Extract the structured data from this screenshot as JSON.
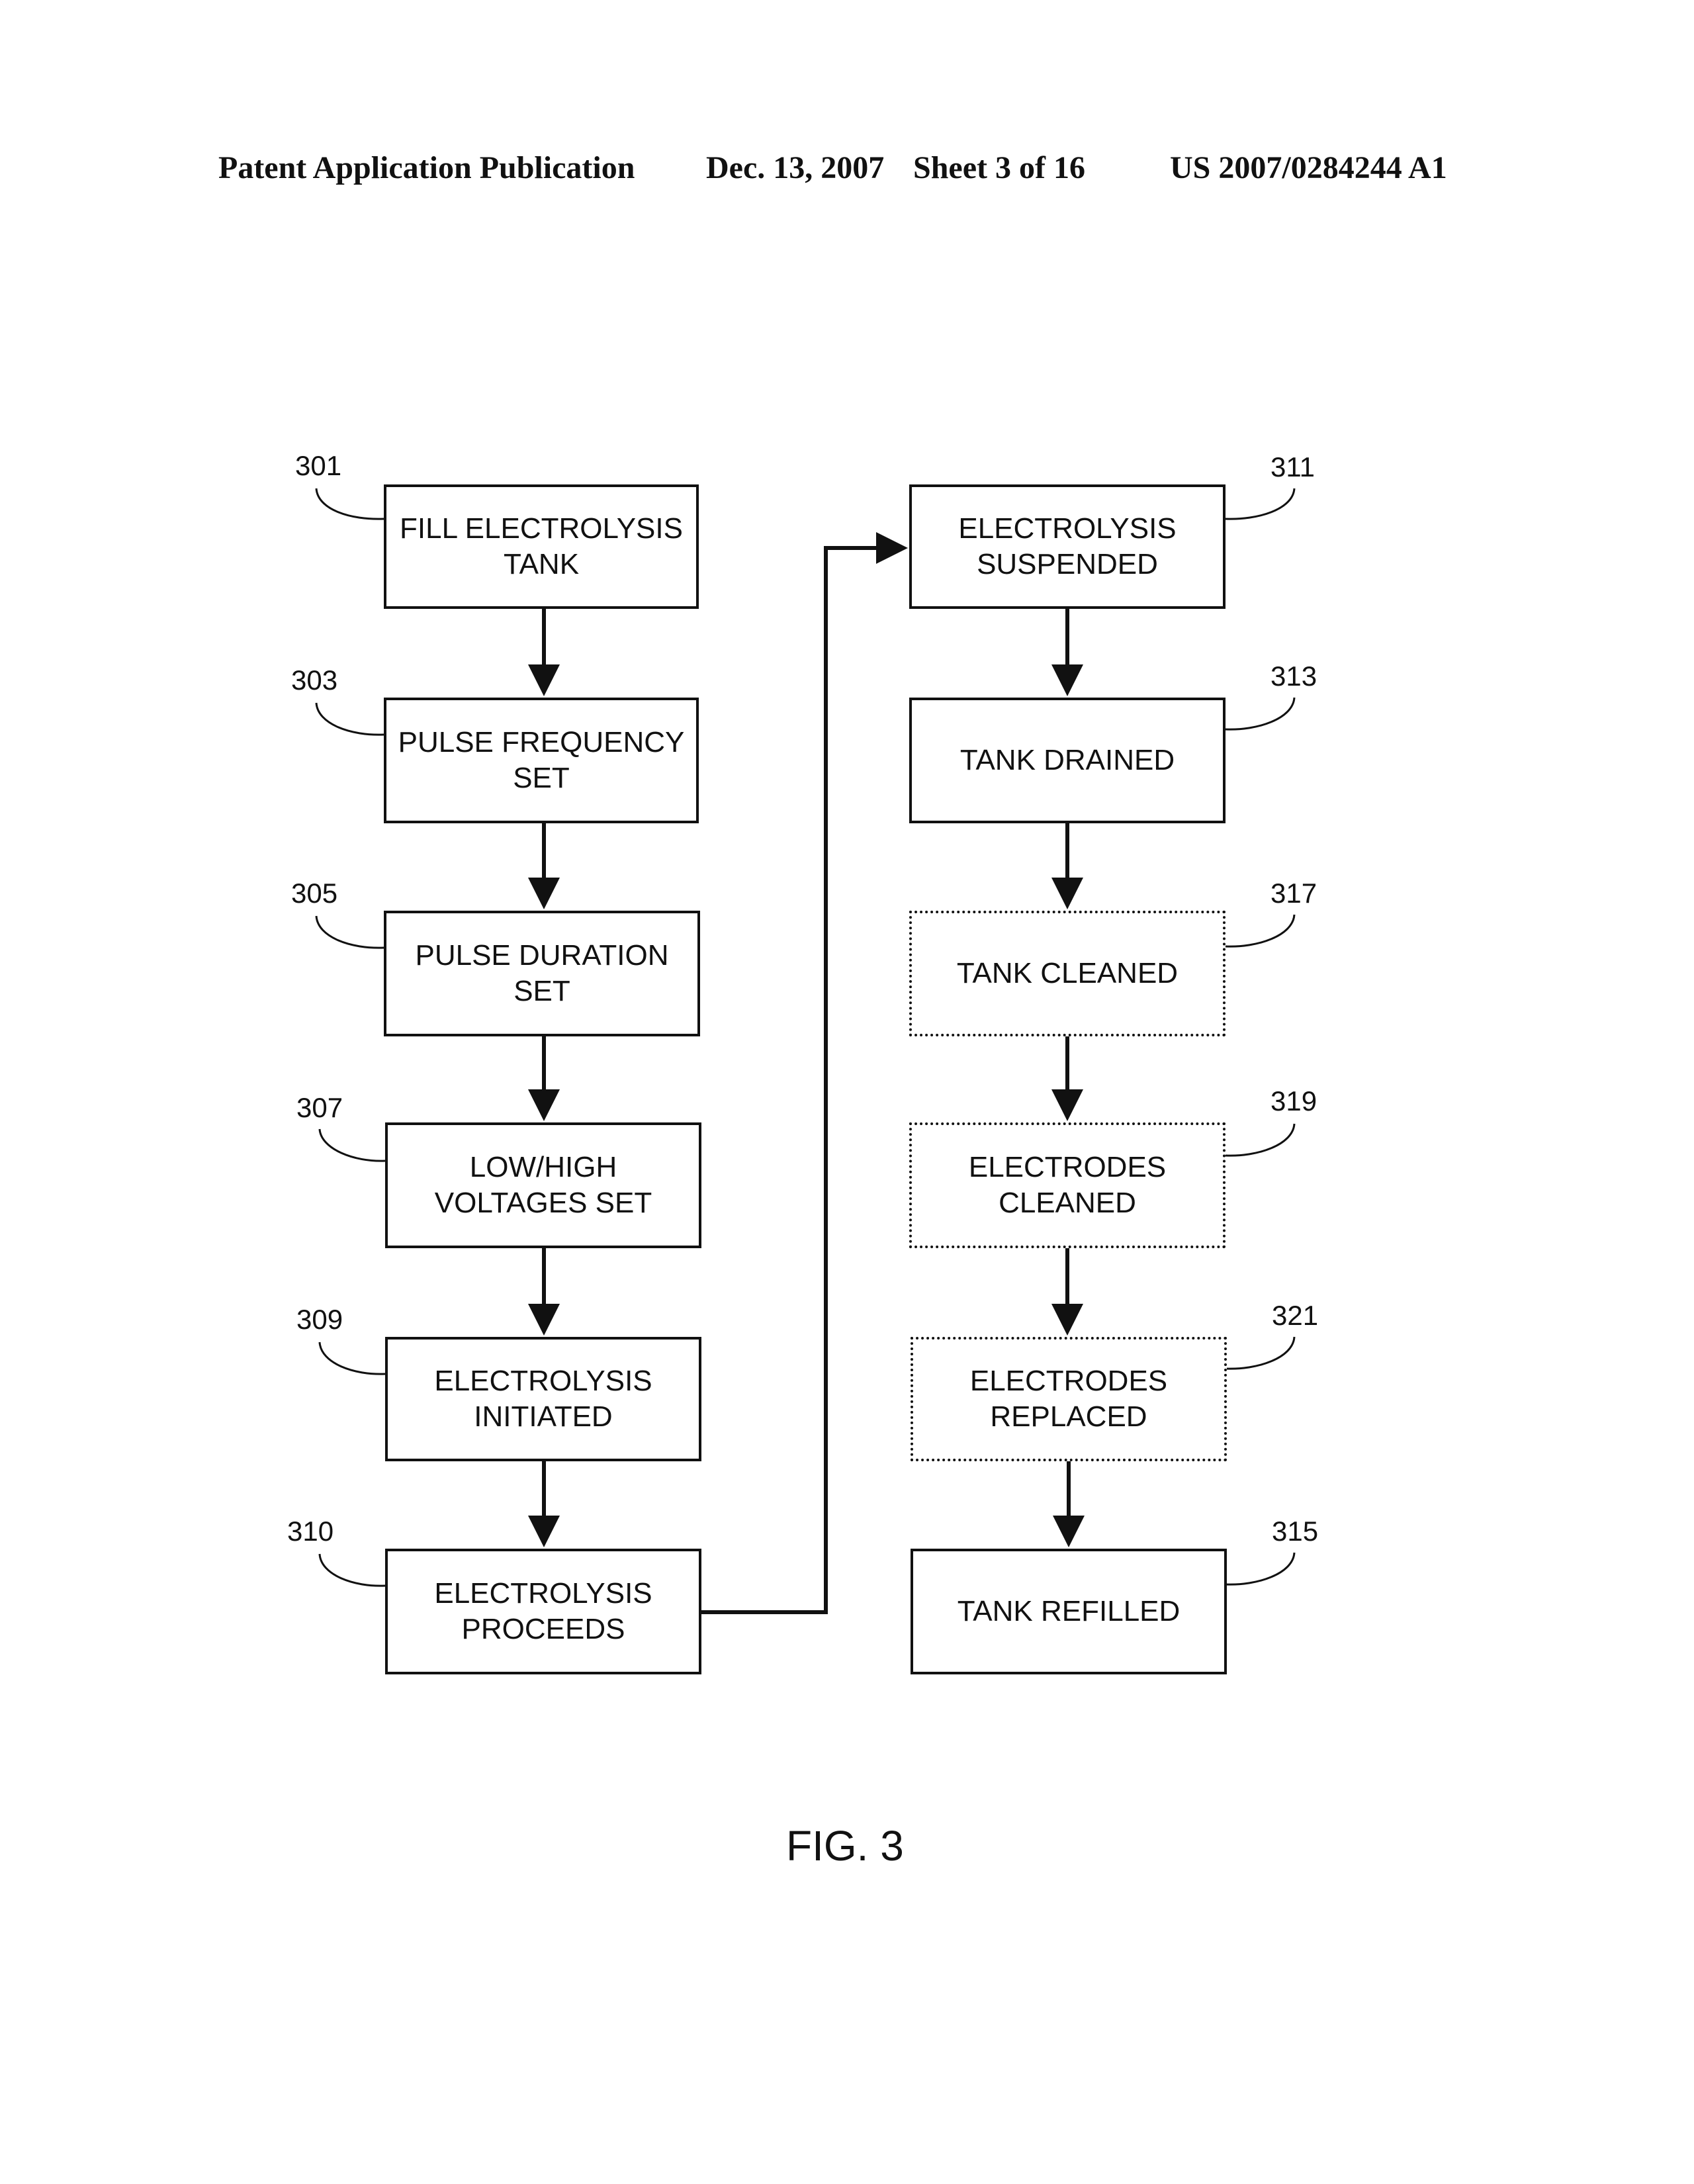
{
  "header": {
    "publication": "Patent Application Publication",
    "date": "Dec. 13, 2007",
    "sheet": "Sheet 3 of 16",
    "number": "US 2007/0284244 A1"
  },
  "steps": {
    "s301": {
      "ref": "301",
      "label": "FILL ELECTROLYSIS\nTANK",
      "style": "solid"
    },
    "s303": {
      "ref": "303",
      "label": "PULSE FREQUENCY\nSET",
      "style": "solid"
    },
    "s305": {
      "ref": "305",
      "label": "PULSE DURATION\nSET",
      "style": "solid"
    },
    "s307": {
      "ref": "307",
      "label": "LOW/HIGH\nVOLTAGES SET",
      "style": "solid"
    },
    "s309": {
      "ref": "309",
      "label": "ELECTROLYSIS\nINITIATED",
      "style": "solid"
    },
    "s310": {
      "ref": "310",
      "label": "ELECTROLYSIS\nPROCEEDS",
      "style": "solid"
    },
    "s311": {
      "ref": "311",
      "label": "ELECTROLYSIS\nSUSPENDED",
      "style": "solid"
    },
    "s313": {
      "ref": "313",
      "label": "TANK DRAINED",
      "style": "solid"
    },
    "s317": {
      "ref": "317",
      "label": "TANK CLEANED",
      "style": "dotted"
    },
    "s319": {
      "ref": "319",
      "label": "ELECTRODES\nCLEANED",
      "style": "dotted"
    },
    "s321": {
      "ref": "321",
      "label": "ELECTRODES\nREPLACED",
      "style": "dotted"
    },
    "s315": {
      "ref": "315",
      "label": "TANK REFILLED",
      "style": "solid"
    }
  },
  "figure_label": "FIG. 3"
}
